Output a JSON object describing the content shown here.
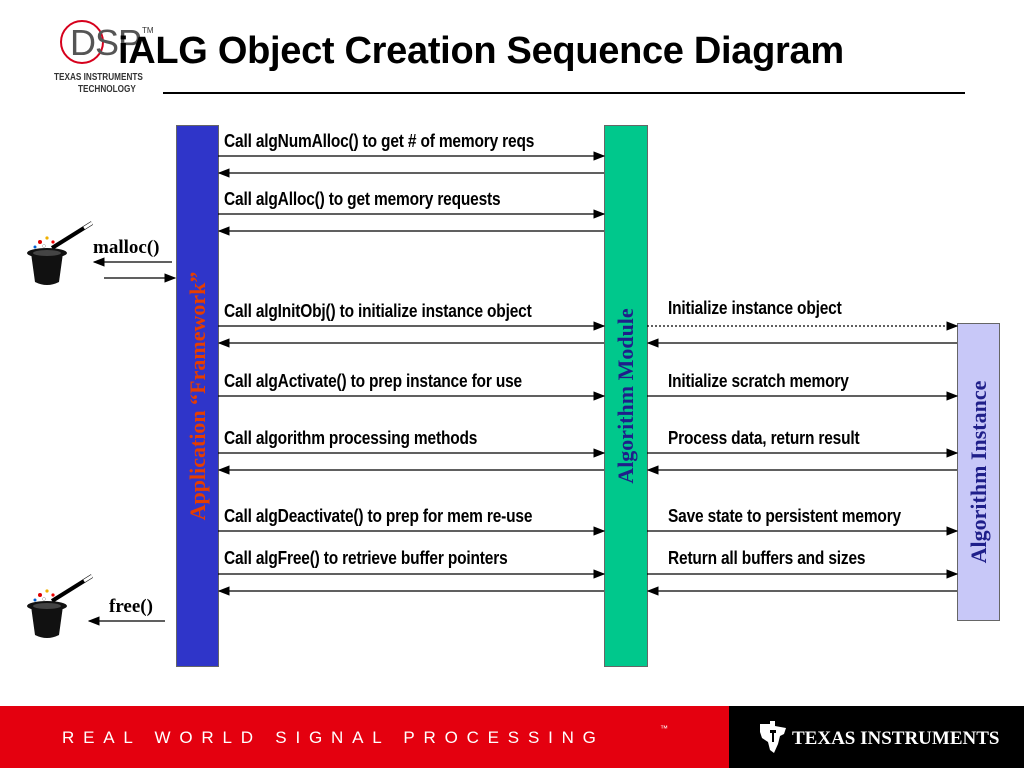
{
  "header": {
    "title": "iALG Object Creation Sequence Diagram",
    "logo": {
      "mark": "DSP",
      "tm": "TM",
      "line1": "TEXAS INSTRUMENTS",
      "line2": "TECHNOLOGY"
    }
  },
  "columns": {
    "application": {
      "label": "Application  “Framework”",
      "color": "#2f35c9",
      "text_color": "#e53d00"
    },
    "algorithm_module": {
      "label": "Algorithm Module",
      "color": "#00c88c",
      "text_color": "#1f1f8a"
    },
    "algorithm_instance": {
      "label": "Algorithm Instance",
      "color": "#c8c8f8",
      "text_color": "#1f1f8a"
    }
  },
  "messages_app_to_module": [
    "Call algNumAlloc() to get # of memory reqs",
    "Call algAlloc() to get memory requests",
    "Call algInitObj() to initialize instance object",
    "Call algActivate() to prep instance for use",
    "Call algorithm processing methods",
    "Call algDeactivate() to prep for mem re-use",
    "Call algFree() to retrieve buffer pointers"
  ],
  "messages_module_to_instance": [
    "Initialize instance object",
    "Initialize scratch memory",
    "Process data, return result",
    "Save state to persistent memory",
    "Return all buffers and sizes"
  ],
  "side_calls": {
    "malloc": "malloc()",
    "free": "free()"
  },
  "icons": {
    "top_hat": "magic-hat-icon",
    "bottom_hat": "magic-hat-icon"
  },
  "footer": {
    "tagline": "REAL WORLD SIGNAL PROCESSING",
    "tagline_tm": "™",
    "company": "TEXAS INSTRUMENTS",
    "accent_red": "#e4000f"
  }
}
